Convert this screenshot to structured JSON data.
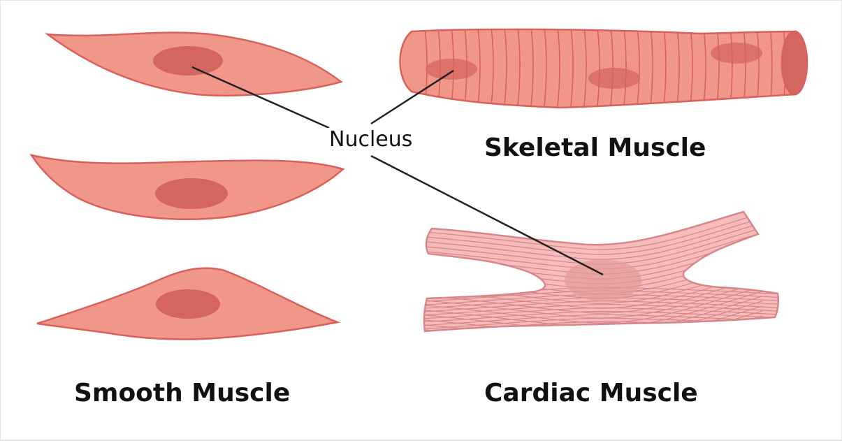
{
  "labels": {
    "nucleus": "Nucleus",
    "smooth": "Smooth Muscle",
    "skeletal": "Skeletal Muscle",
    "cardiac": "Cardiac Muscle"
  },
  "colors": {
    "cell_fill": "#f1978a",
    "cell_stroke": "#d9615b",
    "nucleus_fill": "#d4655f",
    "cardiac_fill": "#f6bcbc",
    "cardiac_stroke": "#d9868a",
    "pointer_line": "#222222"
  }
}
